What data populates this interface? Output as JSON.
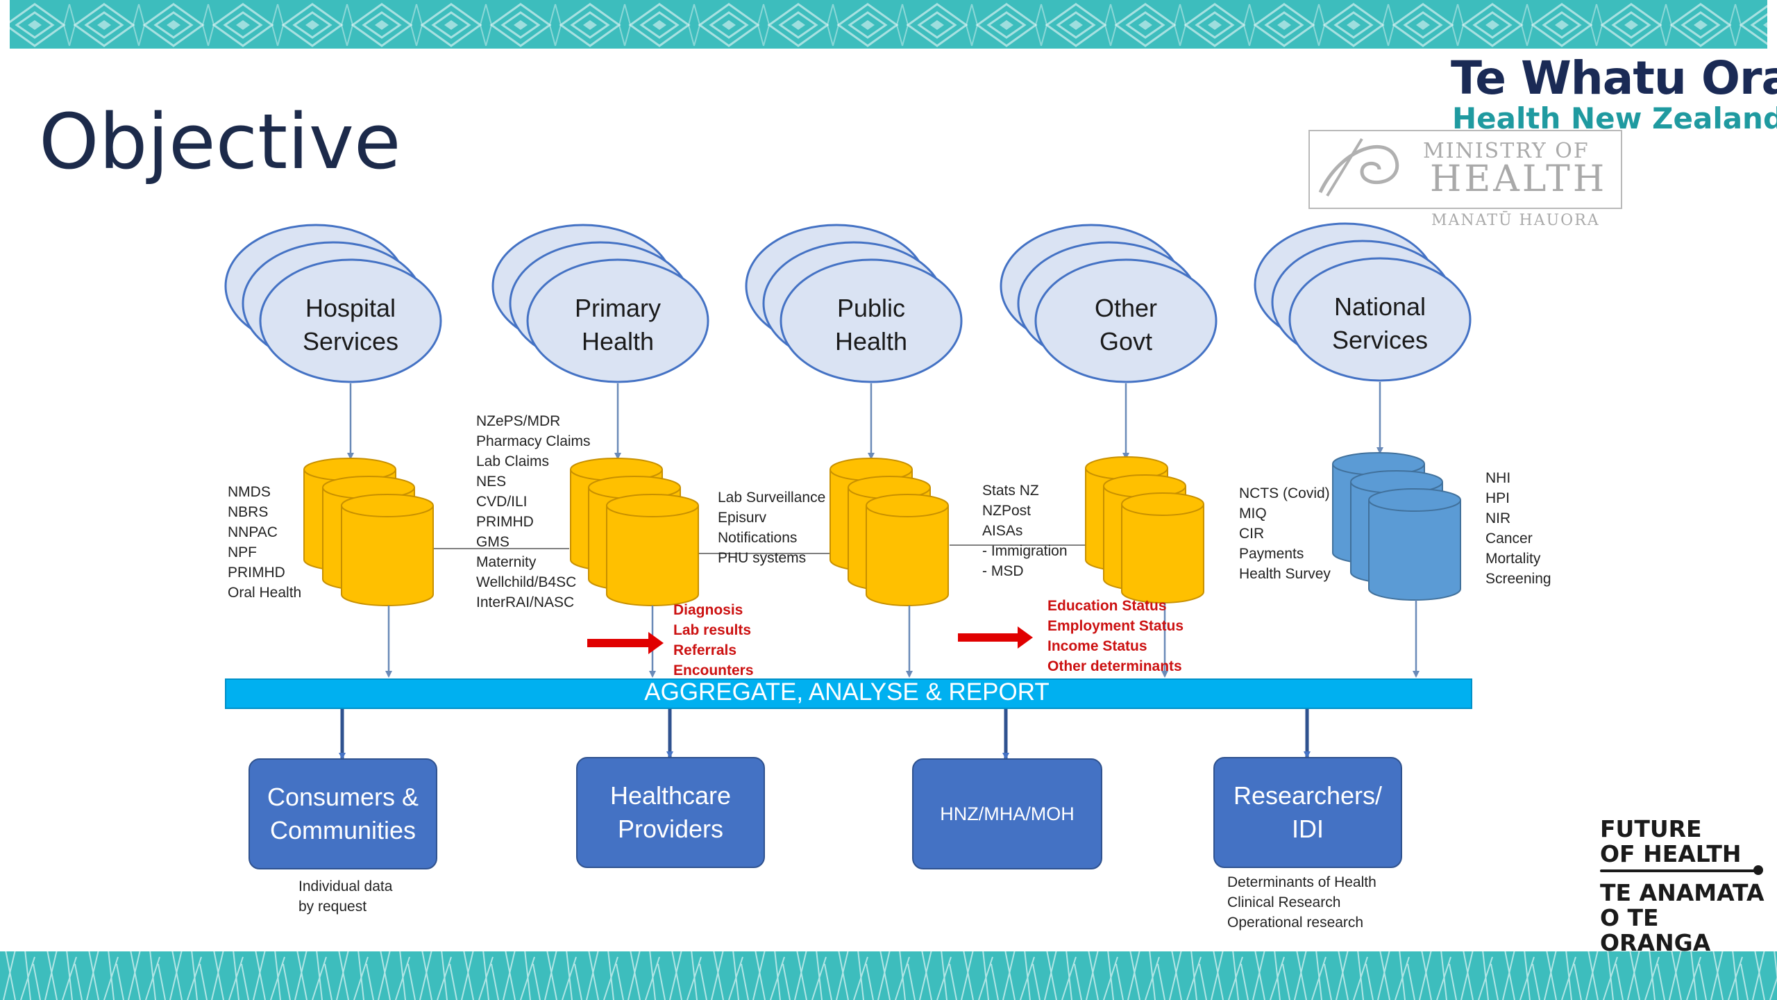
{
  "slide": {
    "title": "Objective",
    "logo": {
      "te_whatu_ora": "Te Whatu Ora",
      "health_nz": "Health New Zealand",
      "moh_line1": "MINISTRY OF",
      "moh_line2": "HEALTH",
      "moh_line3": "MANATŪ HAUORA"
    },
    "future_of_health": {
      "line1": "FUTURE",
      "line2": "OF HEALTH",
      "line3": "TE ANAMATA",
      "line4": "O TE ORANGA"
    },
    "colors": {
      "banner_teal": "#3dbdbd",
      "ellipse_fill": "#dae3f3",
      "ellipse_stroke": "#4472c4",
      "db_yellow": "#ffc000",
      "db_blue": "#5b9bd5",
      "band": "#00b0f0",
      "consumer_box": "#4472c4",
      "arrow_red": "#e00000",
      "red_text": "#cc1111"
    }
  },
  "sources": [
    {
      "label": "Hospital\nServices"
    },
    {
      "label": "Primary\nHealth"
    },
    {
      "label": "Public\nHealth"
    },
    {
      "label": "Other\nGovt"
    },
    {
      "label": "National\nServices"
    }
  ],
  "datasets": {
    "hospital": "NMDS\nNBRS\nNNPAC\nNPF\nPRIMHD\nOral Health",
    "primary": "NZePS/MDR\nPharmacy Claims\nLab Claims\nNES\nCVD/ILI\nPRIMHD\nGMS\nMaternity\nWellchild/B4SC\nInterRAI/NASC",
    "public": "Lab Surveillance\nEpisurv\nNotifications\nPHU systems",
    "other_govt": "Stats NZ\nNZPost\nAISAs\n- Immigration\n- MSD",
    "national_left": "NCTS (Covid)\nMIQ\nCIR\nPayments\nHealth Survey",
    "national_right": "NHI\nHPI\nNIR\nCancer\nMortality\nScreening"
  },
  "enrichment": {
    "clinical": "Diagnosis\nLab results\nReferrals\nEncounters",
    "determinants": "Education Status\nEmployment Status\nIncome Status\nOther determinants"
  },
  "band": {
    "label": "AGGREGATE, ANALYSE & REPORT"
  },
  "consumers": [
    {
      "label": "Consumers &\nCommunities",
      "note": "Individual data\nby request"
    },
    {
      "label": "Healthcare\nProviders",
      "note": ""
    },
    {
      "label": "HNZ/MHA/MOH",
      "note": ""
    },
    {
      "label": "Researchers/\nIDI",
      "note": "Determinants of Health\nClinical Research\nOperational research"
    }
  ]
}
